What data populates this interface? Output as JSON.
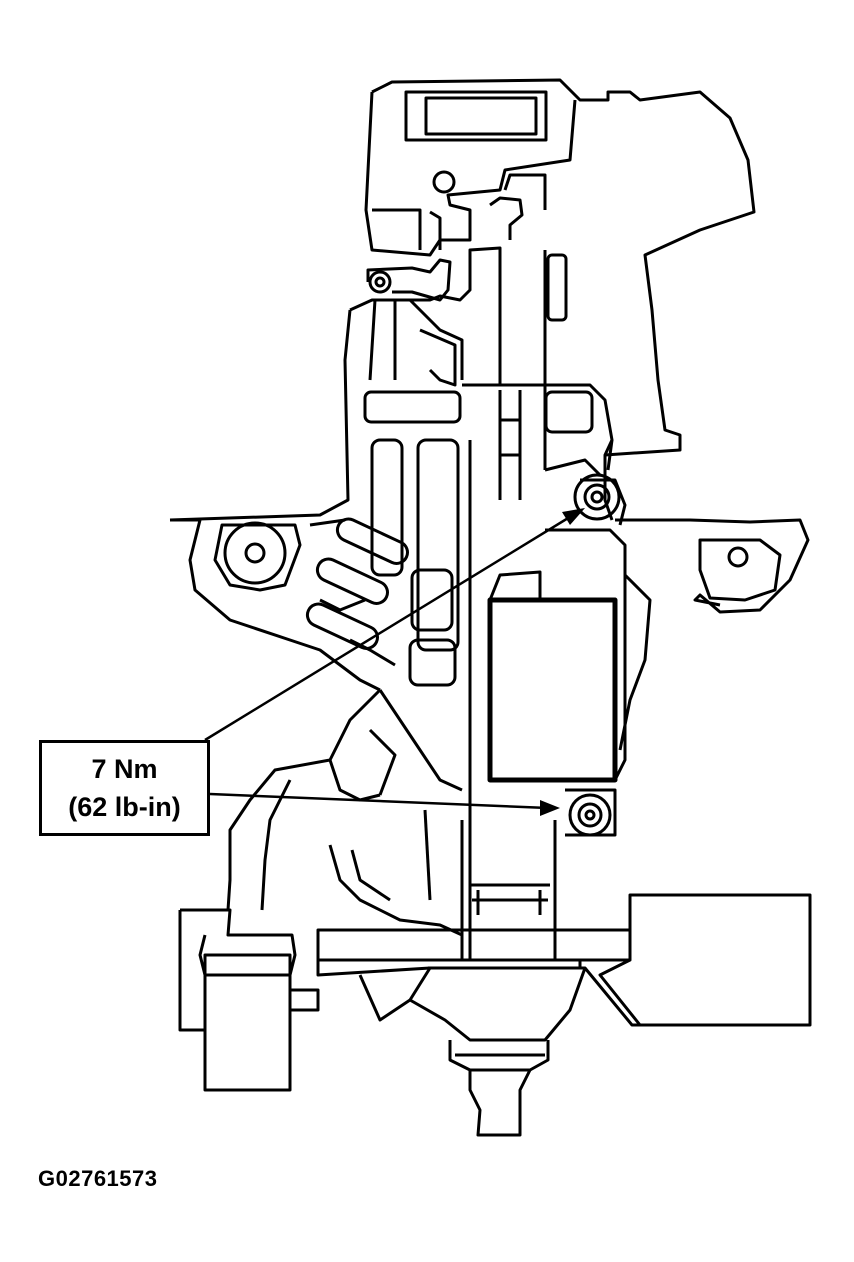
{
  "callout": {
    "torque_nm": "7 Nm",
    "torque_lbin": "(62 lb-in)"
  },
  "figure_id": "G02761573",
  "colors": {
    "line": "#000000",
    "background": "#ffffff"
  }
}
